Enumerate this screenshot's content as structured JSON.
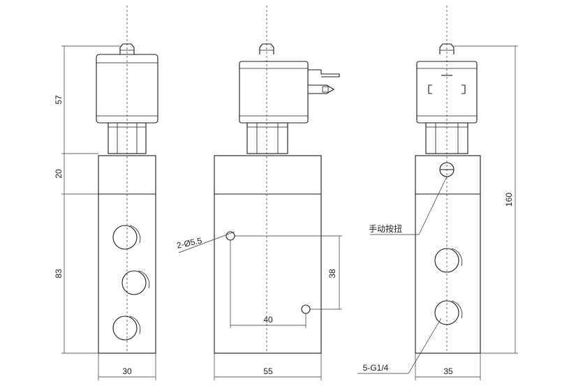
{
  "dimensions": {
    "left_view": {
      "coil_height": "57",
      "upper_block_height": "20",
      "lower_block_height": "83",
      "width": "30"
    },
    "front_view": {
      "mount_holes": "2-Ø5.5",
      "hole_spacing_vertical": "38",
      "hole_spacing_horizontal": "40",
      "width": "55"
    },
    "right_view": {
      "total_height": "160",
      "manual_button": "手动按扭",
      "ports": "5-G1/4",
      "width": "35"
    }
  }
}
